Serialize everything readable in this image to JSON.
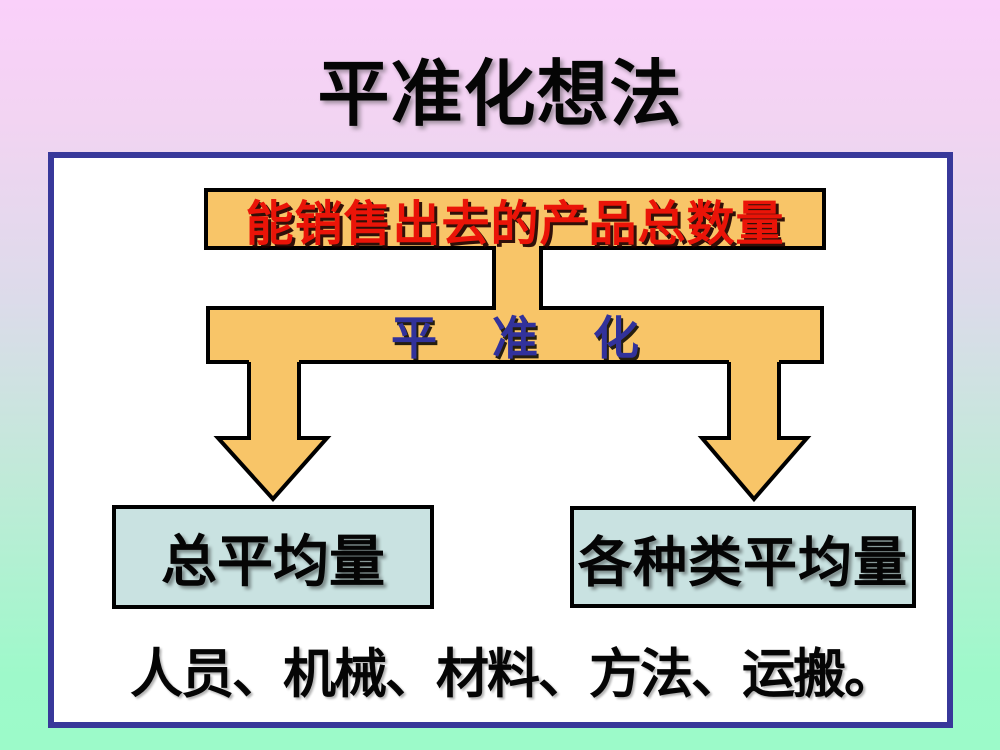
{
  "slide": {
    "title": "平准化想法",
    "diagram": {
      "top_banner_label": "能销售出去的产品总数量",
      "middle_banner_label": "平准化",
      "left_box_label": "总平均量",
      "right_box_label": "各种类平均量",
      "caption": "人员、机械、材料、方法、运搬。"
    }
  },
  "colors": {
    "background_top": "#FAD0FA",
    "background_bottom": "#9EF9CA",
    "panel_border": "#38389A",
    "banner_fill": "#F8C568",
    "banner_text_red": "#EA1408",
    "middle_text_navy": "#32329B",
    "box_fill": "#C9E2E1"
  }
}
